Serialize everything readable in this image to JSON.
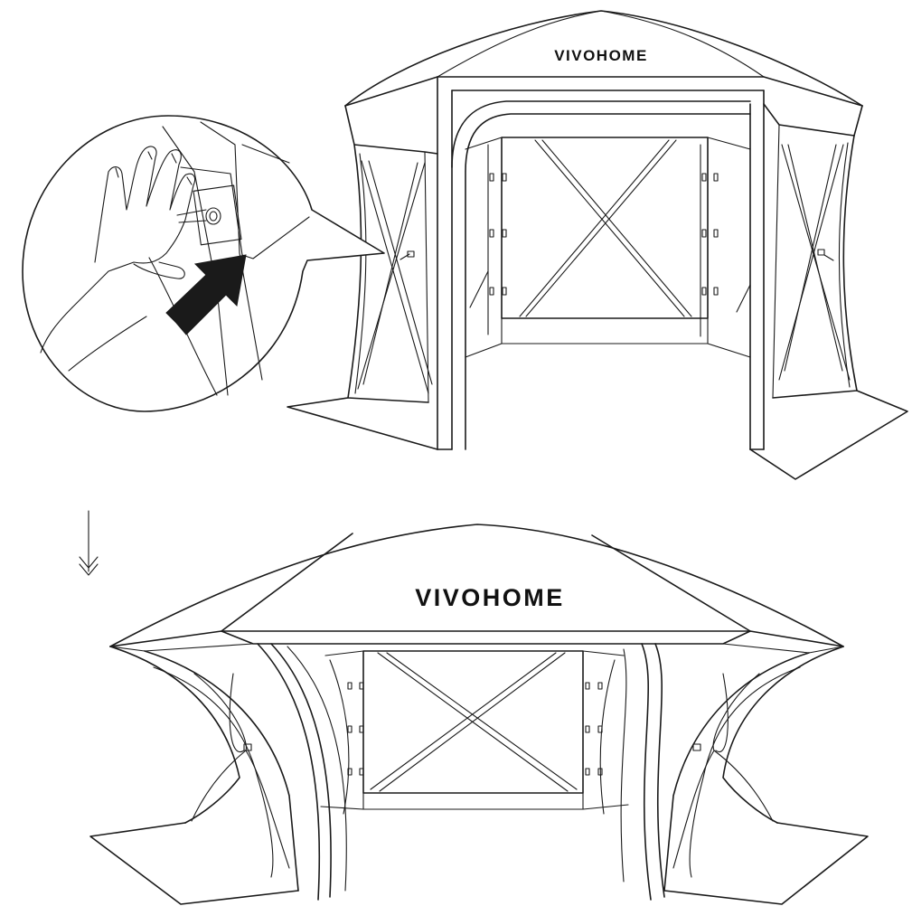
{
  "diagram": {
    "top_tent": {
      "logo_text": "VIVOHOME"
    },
    "bottom_tent": {
      "logo_text": "VIVOHOME"
    },
    "step_arrow": {
      "icon": "double-chevron-down-arrow"
    },
    "detail_callout": {
      "icon": "push-arrow",
      "subject": "hand pressing hub button"
    },
    "colors": {
      "stroke": "#1a1a1a",
      "arrow_fill": "#1a1a1a",
      "background": "#ffffff"
    }
  }
}
